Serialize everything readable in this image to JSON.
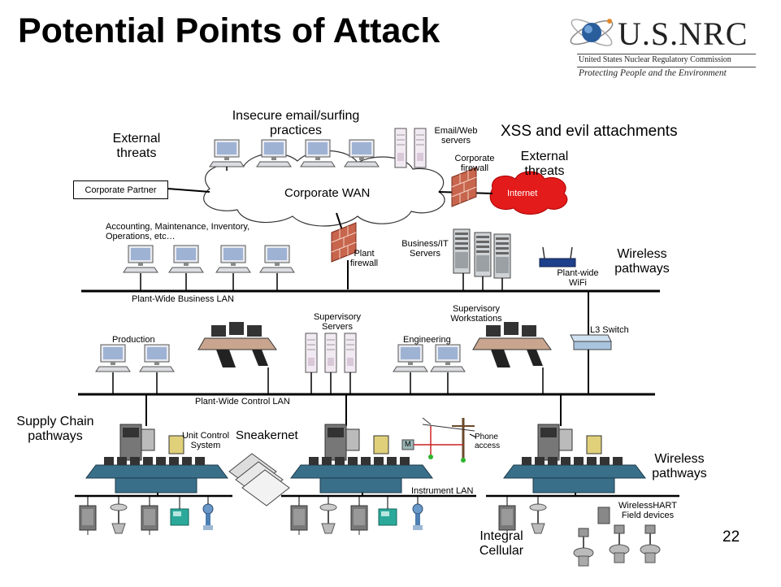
{
  "slide": {
    "title": "Potential Points of Attack",
    "page_number": "22"
  },
  "logo": {
    "name": "U.S.NRC",
    "subtitle": "United States Nuclear Regulatory Commission",
    "tagline": "Protecting People and the Environment"
  },
  "labels": {
    "external_threats_top_left": "External threats",
    "insecure_email": "Insecure email/surfing practices",
    "email_web_servers": "Email/Web servers",
    "xss": "XSS and evil attachments",
    "corporate_firewall": "Corporate firewall",
    "external_threats_right": "External threats",
    "internet": "Internet",
    "corporate_partner": "Corporate Partner",
    "corporate_wan": "Corporate WAN",
    "accounting": "Accounting, Maintenance, Inventory, Operations, etc…",
    "plant_firewall": "Plant firewall",
    "business_it_servers": "Business/IT Servers",
    "wireless_pathways_top": "Wireless pathways",
    "plant_wide_wifi": "Plant-wide WiFi",
    "plant_wide_business_lan": "Plant-Wide Business LAN",
    "supervisory_workstations": "Supervisory Workstations",
    "supervisory_servers": "Supervisory Servers",
    "production": "Production",
    "engineering": "Engineering",
    "l3_switch": "L3 Switch",
    "plant_wide_control_lan": "Plant-Wide Control LAN",
    "supply_chain": "Supply Chain pathways",
    "unit_control_system": "Unit Control System",
    "sneakernet": "Sneakernet",
    "modem": "M",
    "phone_access": "Phone access",
    "wireless_pathways_bottom": "Wireless pathways",
    "instrument_lan": "Instrument LAN",
    "wirelesshart": "WirelessHART Field devices",
    "integral_cellular": "Integral Cellular"
  },
  "colors": {
    "internet_cloud": "#e41b1b",
    "firewall_brick": "#c8654d",
    "control_console": "#3a6f8a",
    "phone_line": "#cc2222",
    "modem_box": "#9ab5b5",
    "green_node": "#2db52d",
    "teal_device": "#2aa99a"
  }
}
